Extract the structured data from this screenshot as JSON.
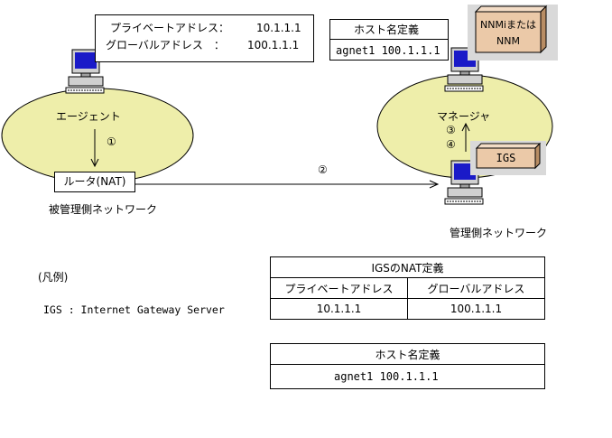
{
  "agent_info": {
    "private_label": "プライベートアドレス：",
    "private_value": "10.1.1.1",
    "global_label": "グローバルアドレス　：",
    "global_value": "100.1.1.1"
  },
  "host_def_top": {
    "title": "ホスト名定義",
    "entry": "agnet1 100.1.1.1"
  },
  "nnm_box": {
    "line1": "NNMiまたは",
    "line2": "NNM"
  },
  "igs_box": {
    "label": "IGS"
  },
  "agent": {
    "label": "エージェント"
  },
  "manager": {
    "label": "マネージャ"
  },
  "router": {
    "label": "ルータ(NAT)"
  },
  "networks": {
    "managed": "被管理側ネットワーク",
    "manager_side": "管理側ネットワーク"
  },
  "steps": {
    "s1": "①",
    "s2": "②",
    "s3": "③",
    "s4": "④"
  },
  "legend": {
    "title": "(凡例)",
    "igs": "IGS : Internet Gateway Server"
  },
  "nat_table": {
    "title": "IGSのNAT定義",
    "headers": [
      "プライベートアドレス",
      "グローバルアドレス"
    ],
    "rows": [
      [
        "10.1.1.1",
        "100.1.1.1"
      ]
    ]
  },
  "host_table": {
    "title": "ホスト名定義",
    "entry": "agnet1 100.1.1.1"
  },
  "colors": {
    "ellipse": "#eeeeaa",
    "screen": "#1a1ac8",
    "box3d": "#ebc9a8"
  }
}
